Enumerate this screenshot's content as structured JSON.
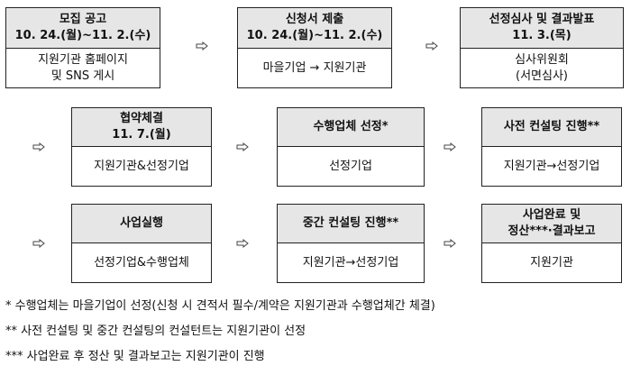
{
  "steps": [
    {
      "title_line1": "모집 공고",
      "title_line2": "10. 24.(월)~11. 2.(수)",
      "body_line1": "지원기관 홈페이지",
      "body_line2": "및 SNS 게시"
    },
    {
      "title_line1": "신청서 제출",
      "title_line2": "10. 24.(월)~11. 2.(수)",
      "body_line1": "마을기업 → 지원기관",
      "body_line2": ""
    },
    {
      "title_line1": "선정심사 및 결과발표",
      "title_line2": "11. 3.(목)",
      "body_line1": "심사위원회",
      "body_line2": "(서면심사)"
    },
    {
      "title_line1": "협약체결",
      "title_line2": "11. 7.(월)",
      "body_line1": "지원기관&선정기업",
      "body_line2": ""
    },
    {
      "title_line1": "수행업체 선정*",
      "title_line2": "",
      "body_line1": "선정기업",
      "body_line2": ""
    },
    {
      "title_line1": "사전 컨설팅 진행**",
      "title_line2": "",
      "body_line1": "지원기관→선정기업",
      "body_line2": ""
    },
    {
      "title_line1": "사업실행",
      "title_line2": "",
      "body_line1": "선정기업&수행업체",
      "body_line2": ""
    },
    {
      "title_line1": "중간 컨설팅 진행**",
      "title_line2": "",
      "body_line1": "지원기관→선정기업",
      "body_line2": ""
    },
    {
      "title_line1": "사업완료 및",
      "title_line2": "정산***·결과보고",
      "body_line1": "지원기관",
      "body_line2": ""
    }
  ],
  "notes": [
    "* 수행업체는 마을기업이 선정(신청 시 견적서 필수/계약은 지원기관과 수행업체간 체결)",
    "** 사전 컨설팅 및 중간 컨설팅의 컨설턴트는 지원기관이 선정",
    "*** 사업완료 후 정산 및 결과보고는 지원기관이 진행"
  ]
}
